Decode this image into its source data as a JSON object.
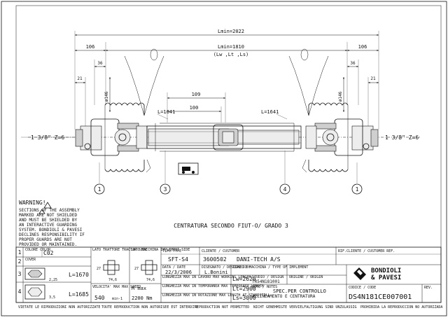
{
  "dims": {
    "lmin_total": "Lmin=2022",
    "lmin_inner": "Lmin=1810",
    "lmin_inner_sub": "(Lw ,Lt ,Ls)",
    "left_106": "106",
    "right_106": "106",
    "left_36": "36",
    "right_36": "36",
    "left_21": "21",
    "right_21": "21",
    "left_phi146": "ø146",
    "right_phi146": "ø146",
    "dim_109": "109",
    "dim_100": "100",
    "l1641_left": "L=1641",
    "l1641_right": "L=1641",
    "spline_left": "1 3/8\" Z=6",
    "spline_right": "1 3/8\" Z=6"
  },
  "callouts": [
    "1",
    "3",
    "4",
    "1"
  ],
  "warning": {
    "title": "WARNING!",
    "body": [
      "SECTIONS   OF THE ASSEMBLY",
      "MARKED    ARE NOT SHIELDED",
      "AND MUST BE SHIELDED BY",
      "AN INTERACTIVE GUARDING",
      "SYSTEM. BONDIOLI & PAVESI",
      "DECLINES RESPONSIBILITY IF",
      "PROPER GUARDS ARE NOT",
      "PROVIDED OR MAINTAINED."
    ]
  },
  "centratura": "CENTRATURA SECONDO FIUT-O/ GRADO 3",
  "table": {
    "rows": [
      "1",
      "2",
      "3",
      "4"
    ],
    "cell_colore": "COLORE COLOR",
    "color_code": "C02",
    "cell_cover": "COVER",
    "l1670": "L=1670",
    "l1685": "L=1685",
    "v2_25": "2,25",
    "v3_5": "3,5",
    "lato_trattore": "LATO TRATTORE TRACTOR SIDE",
    "lato_macchina": "LATO MACCHINA IMPLEMENT SIDE",
    "v27a": "27",
    "v74a": "74,6",
    "v27b": "27",
    "v74b": "74,6",
    "velocita": "VELOCITA' MAX MAX SPEED",
    "rpm": "540",
    "rpm_unit": "min-1",
    "mmax_label": "M max",
    "mmax_val": "2200 Nm",
    "tipo_label": "TIPO-TYPE",
    "tipo": "SFT-S4",
    "cliente_label": "CLIENTE / CUSTOMER",
    "cliente_code": "3600502",
    "cliente_name": "DANI-TECH A/S",
    "rif_label": "RIF.CLIENTE / CUSTOMER REF.",
    "data_label": "DATA / DATE",
    "data": "22/3/2006",
    "disegn_label": "DISEGNATO / DESIGNED BY",
    "disegn": "L.Bonini",
    "tipo_attr_label": "TIPO DI MACCHINA / TYPE OF IMPLEMENT",
    "lw_label": "LUNGHEZZA MAX IN LAVORO MAX WORKING LENGTH",
    "lw": "Lw=2620",
    "lt_label": "LUNGHEZZA MAX IN TEMPORANEA MAX TEMPORARY LENGTH",
    "lt": "Lt=2900",
    "ls_label": "LUNGHEZZA MAX IN ROTAZIONE MAX LENGTH AT STANDSTILL",
    "ls": "Ls=3000",
    "studio_label": "STUDIO / DESIGN",
    "studio": "TR54N181001",
    "origine_label": "ORIGINE / ORIGIN",
    "note_label": "NOTE / NOTES",
    "note": "SPEC.PER CONTROLLO",
    "note2": "ALLINEAMENTO E CENTRATURA",
    "codice_label": "CODICE / CODE",
    "codice": "DS4N181CE007001",
    "rev_label": "REV.",
    "brand1": "BONDIOLI",
    "brand2": "& PAVESI"
  },
  "footer": [
    "VIETATE LE RIPRODUZIONI NON AUTORIZZATE",
    "TOUTE REPRODUCTION NON AUTORISEE EST INTERDITE",
    "REPRODUCTION NOT PERMITTED",
    "NICHT GENEHMIGTE VERVIELFALTIGUNG SIND UNZULASSIG",
    "PROHIBIDA LA REPRODUCCION NO AUTORIZADA"
  ]
}
